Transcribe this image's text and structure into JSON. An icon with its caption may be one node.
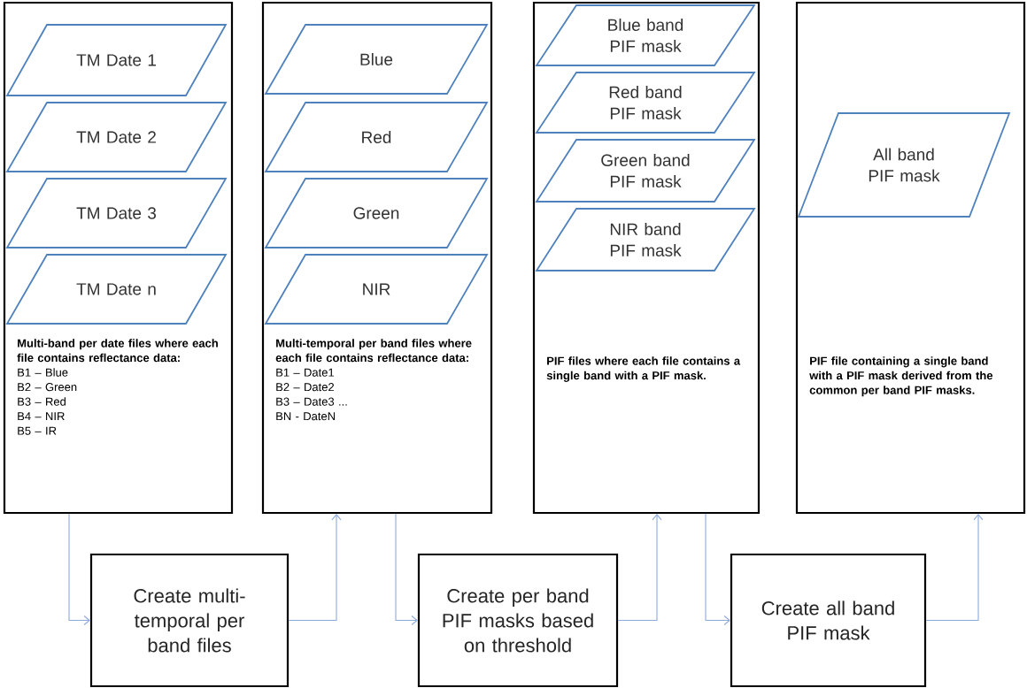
{
  "diagram": {
    "nodes": [
      {
        "text": [
          "Multi-band per date files where each file contains reflectance data:",
          "B1 – Blue",
          "B2 – Green",
          "B3 – Red",
          "B4 – NIR",
          "B5 – IR"
        ]
      },
      {
        "text": [
          "TM Date 1"
        ],
        "in": 0
      },
      {
        "text": [
          "TM Date 2"
        ],
        "in": 0
      },
      {
        "text": [
          "TM Date 3"
        ],
        "in": 0
      },
      {
        "text": [
          "TM Date n"
        ],
        "in": 0
      },
      {
        "text": [
          "Multi-temporal per band files where each file contains reflectance data:",
          "B1 – Date1",
          "B2 – Date2",
          "B3 – Date3 ...",
          "BN - DateN"
        ]
      },
      {
        "text": [
          "Blue"
        ],
        "in": 5
      },
      {
        "text": [
          "Red"
        ],
        "in": 5
      },
      {
        "text": [
          "Green"
        ],
        "in": 5
      },
      {
        "text": [
          "NIR"
        ],
        "in": 5
      },
      {
        "text": [
          "PIF files where each file contains a single band with a PIF mask."
        ]
      },
      {
        "text": [
          "Blue band PIF mask"
        ],
        "in": 10
      },
      {
        "text": [
          "Red band PIF mask"
        ],
        "in": 10
      },
      {
        "text": [
          "Green band PIF mask"
        ],
        "in": 10
      },
      {
        "text": [
          "NIR band PIF mask"
        ],
        "in": 10
      },
      {
        "text": [
          "PIF file containing a single band with a PIF mask derived from the common per band PIF masks."
        ]
      },
      {
        "text": [
          "All band PIF mask"
        ],
        "in": 15
      },
      {
        "text": [
          "Create multi-temporal per band files"
        ]
      },
      {
        "text": [
          "Create per band PIF masks based on threshold"
        ]
      },
      {
        "text": [
          "Create all band PIF mask"
        ]
      }
    ],
    "edges": [
      {
        "from": 0,
        "to": 17,
        "arrow": "to"
      },
      {
        "from": 17,
        "to": 5,
        "arrow": "to"
      },
      {
        "from": 5,
        "to": 18,
        "arrow": "to"
      },
      {
        "from": 18,
        "to": 10,
        "arrow": "to"
      },
      {
        "from": 10,
        "to": 19,
        "arrow": "to"
      },
      {
        "from": 19,
        "to": 15,
        "arrow": "to"
      }
    ]
  }
}
